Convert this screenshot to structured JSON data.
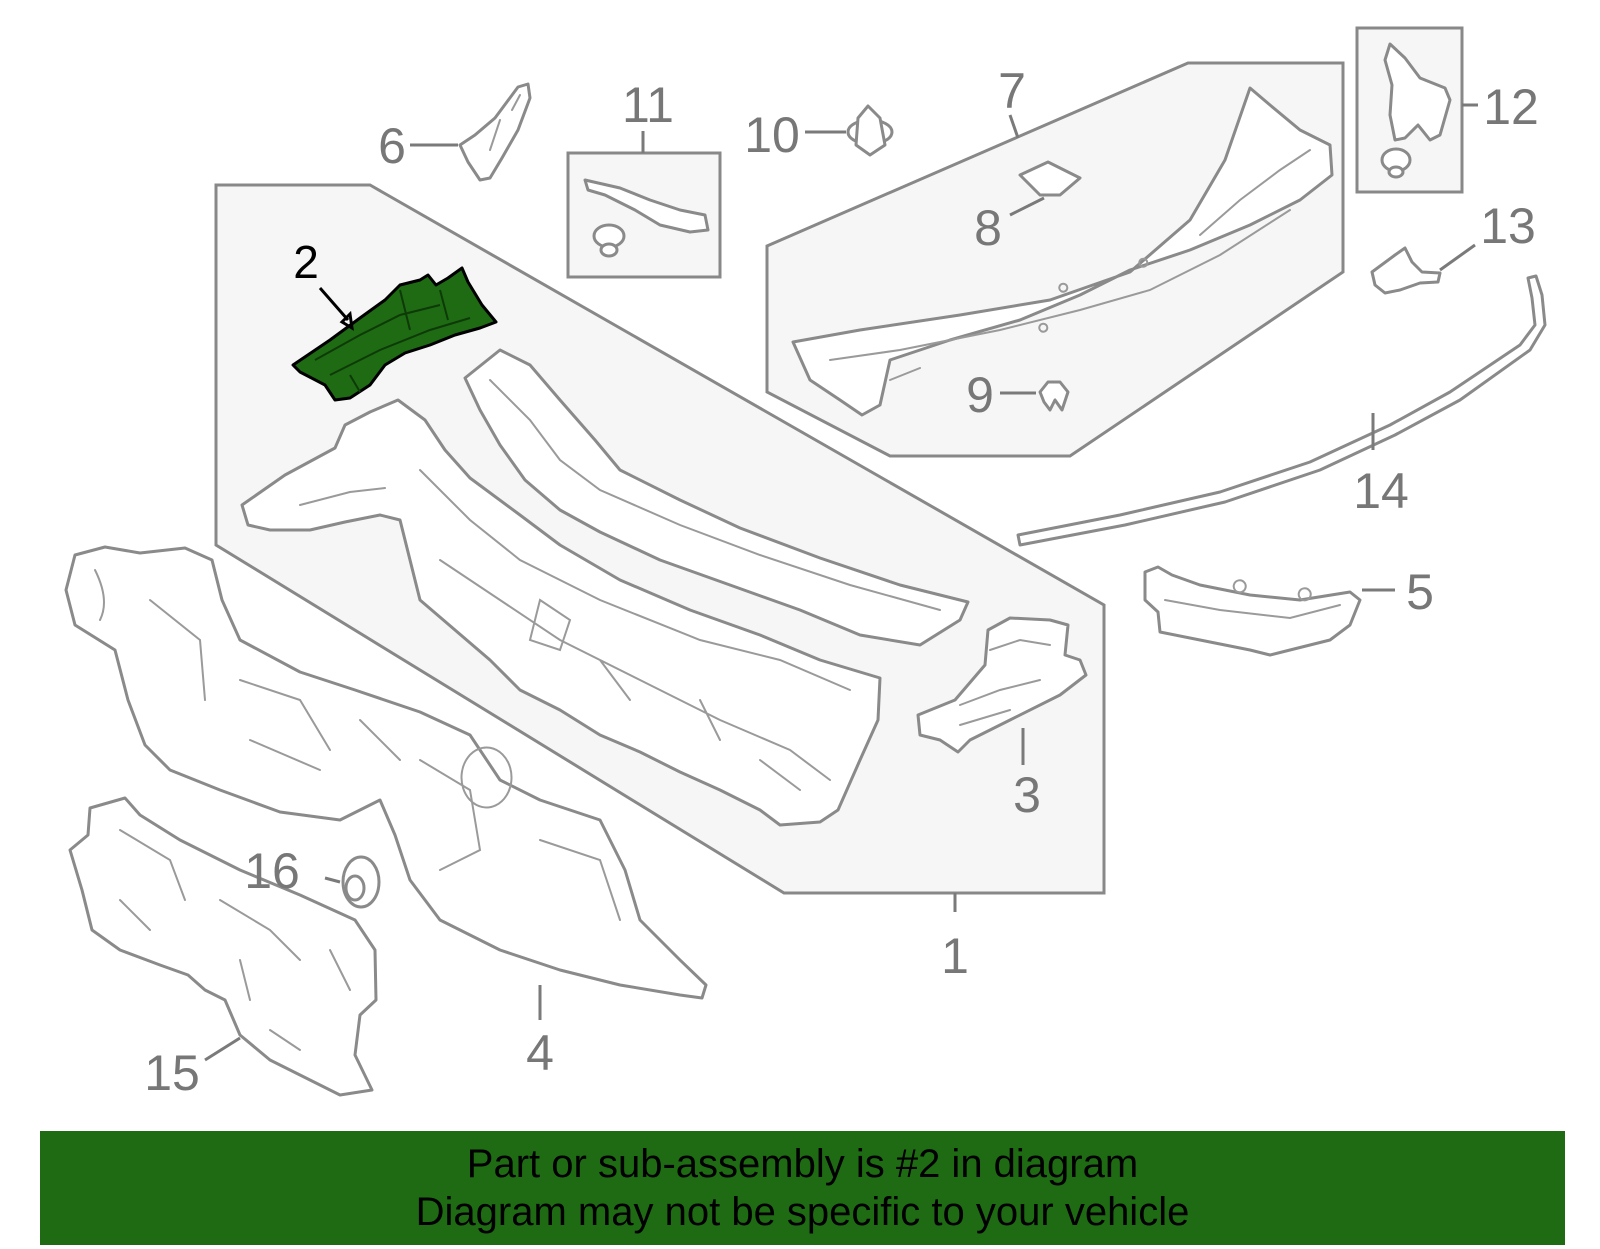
{
  "diagram": {
    "highlighted_part": "2",
    "callouts": {
      "c1": "1",
      "c2": "2",
      "c3": "3",
      "c4": "4",
      "c5": "5",
      "c6": "6",
      "c7": "7",
      "c8": "8",
      "c9": "9",
      "c10": "10",
      "c11": "11",
      "c12": "12",
      "c13": "13",
      "c14": "14",
      "c15": "15",
      "c16": "16"
    }
  },
  "banner": {
    "line1": "Part or sub-assembly is #2 in diagram",
    "line2": "Diagram may not be specific to your vehicle"
  },
  "colors": {
    "highlight": "#1e6b14",
    "banner_background": "#1e6b14",
    "outline": "#8a8a8a",
    "box_fill": "#f6f6f6"
  }
}
